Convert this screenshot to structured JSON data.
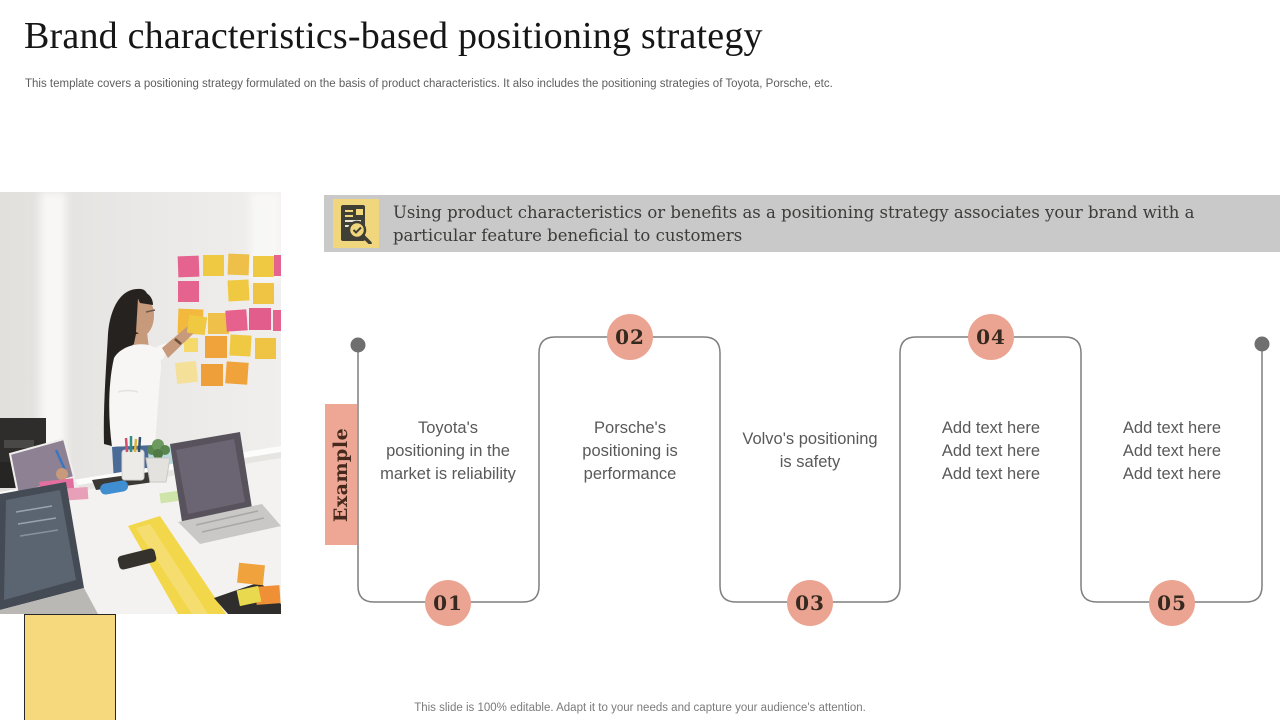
{
  "slide": {
    "title": "Brand characteristics-based positioning strategy",
    "subtitle": "This template covers a positioning strategy formulated on the basis of product characteristics. It also includes the positioning strategies of Toyota,  Porsche, etc.",
    "footer_note": "This slide is 100% editable. Adapt it to your needs and capture your audience's attention."
  },
  "callout": {
    "icon": "document-search-check-icon",
    "text": "Using product characteristics or benefits as a positioning strategy associates your brand with a particular feature beneficial to customers"
  },
  "timeline": {
    "example_label": "Example",
    "steps": [
      {
        "number": "01",
        "side": "bottom",
        "lines": [
          "Toyota's",
          "positioning in the",
          "market is reliability"
        ]
      },
      {
        "number": "02",
        "side": "top",
        "lines": [
          "Porsche's",
          "positioning is",
          "performance"
        ]
      },
      {
        "number": "03",
        "side": "bottom",
        "lines": [
          "Volvo's positioning",
          "is safety"
        ]
      },
      {
        "number": "04",
        "side": "top",
        "lines": [
          "Add text here",
          "Add text here",
          "Add text here"
        ]
      },
      {
        "number": "05",
        "side": "bottom",
        "lines": [
          "Add text here",
          "Add text here",
          "Add text here"
        ]
      }
    ]
  },
  "photo": {
    "description": "Woman placing sticky notes on an office wall"
  },
  "colors": {
    "accent_salmon": "#ECA492",
    "example_salmon": "#EFA795",
    "banner_gray": "#C9C9C9",
    "icon_yellow_bg": "#F0D77D",
    "accent_yellow": "#F6D97D",
    "timeline_line_gray": "#7F7F7F",
    "endpoint_dot_gray": "#6F6F6F",
    "body_text_gray": "#595959"
  }
}
